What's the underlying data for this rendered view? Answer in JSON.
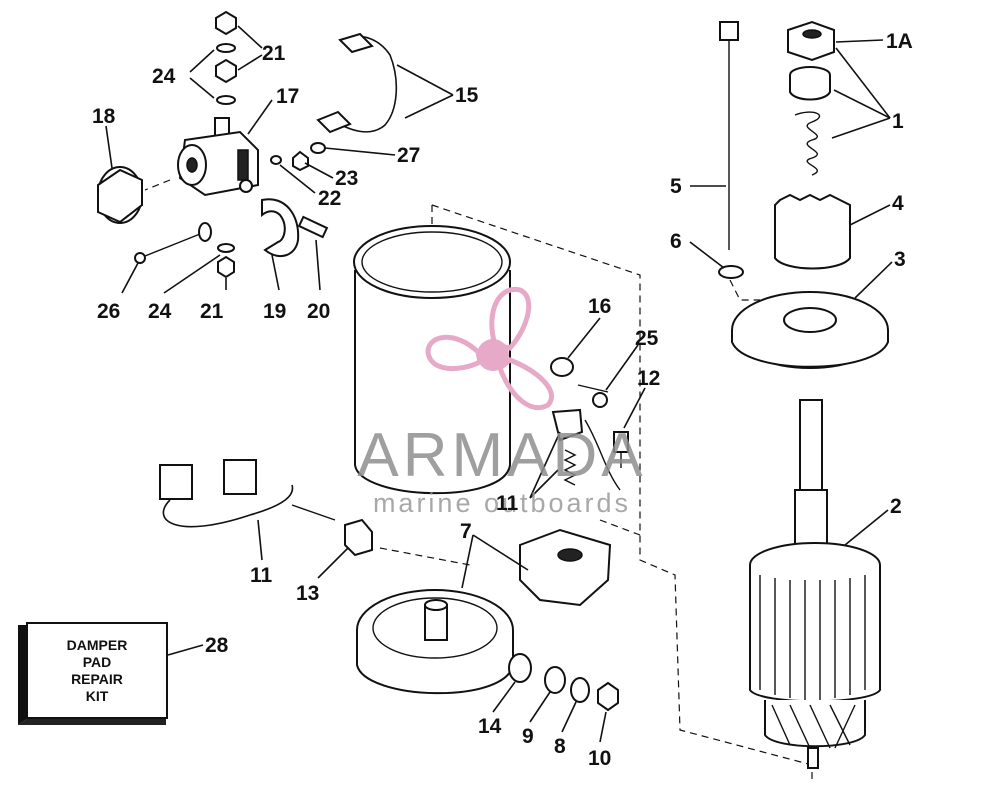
{
  "diagram": {
    "callouts": {
      "c21a": "21",
      "c24a": "24",
      "c17": "17",
      "c18": "18",
      "c15": "15",
      "c27": "27",
      "c23": "23",
      "c22": "22",
      "c26": "26",
      "c24b": "24",
      "c21b": "21",
      "c19": "19",
      "c20": "20",
      "c1A": "1A",
      "c1": "1",
      "c5": "5",
      "c4": "4",
      "c6": "6",
      "c3": "3",
      "c16": "16",
      "c25": "25",
      "c12": "12",
      "c2": "2",
      "c11a": "11",
      "c11b": "11",
      "c13": "13",
      "c7": "7",
      "c28": "28",
      "c14": "14",
      "c9": "9",
      "c8": "8",
      "c10": "10"
    },
    "kit_box": {
      "line1": "DAMPER",
      "line2": "PAD",
      "line3": "REPAIR",
      "line4": "KIT"
    }
  },
  "watermark": {
    "brand": "ARMADA",
    "tagline": "marine outboards",
    "logo_color": "#e6a9c8"
  }
}
